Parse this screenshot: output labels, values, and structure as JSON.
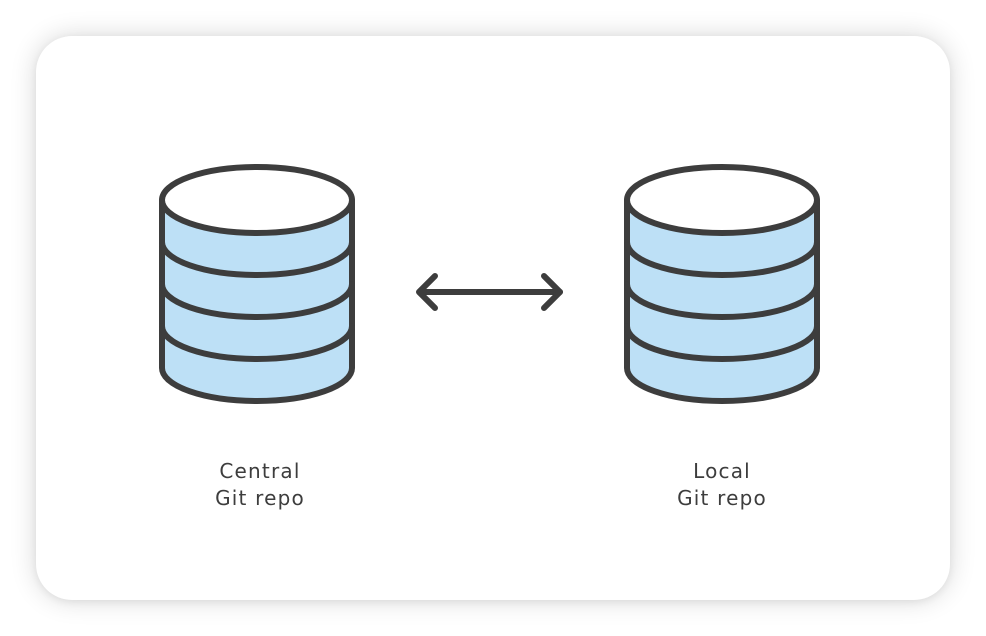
{
  "colors": {
    "card_background": "#ffffff",
    "stroke": "#3d3d3d",
    "database_fill": "#bde0f6",
    "database_top": "#ffffff"
  },
  "nodes": [
    {
      "id": "central",
      "icon": "database-icon",
      "label_lines": [
        "Central",
        "Git repo"
      ]
    },
    {
      "id": "local",
      "icon": "database-icon",
      "label_lines": [
        "Local",
        "Git repo"
      ]
    }
  ],
  "edges": [
    {
      "from": "central",
      "to": "local",
      "icon": "double-headed-arrow-icon",
      "direction": "both"
    }
  ]
}
